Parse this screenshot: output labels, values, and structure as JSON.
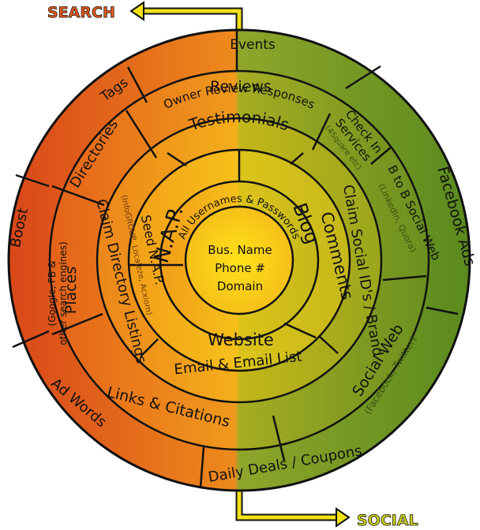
{
  "titles": {
    "search": "SEARCH",
    "social": "SOCIAL"
  },
  "center": {
    "line1": "Bus. Name",
    "line2": "Phone #",
    "line3": "Domain"
  },
  "ring_core": {
    "top": "All Usernames & Passwords"
  },
  "ring2": {
    "nap": "N.A.P.",
    "blog": "Blog",
    "website": "Website"
  },
  "ring3": {
    "testimonials": "Testimonials",
    "comments": "Comments",
    "email": "Email & Email List",
    "seed": "Seed N.A.P.",
    "seed_sub": "(InfoGROUP, Localeze, Acxiom)"
  },
  "ring4": {
    "owner": "Owner Review Responses",
    "claim_dir": "Claim Directory Listings",
    "claim_social": "Claim Social ID's / Brand",
    "links": "Links & Citations",
    "social_web": "Social Web",
    "social_web_sub": "(Facebook, Twitter)",
    "check_in": [
      "Check In",
      "Services"
    ],
    "check_in_sub": "(4Square etc)",
    "b2b": "B to B Social Web",
    "b2b_sub": "(LinkedIn, Quora)",
    "reviews": "Reviews",
    "directories": "Directories",
    "places": "Places",
    "places_sub": [
      "(Google, FB &",
      "other search engines)"
    ]
  },
  "outer": {
    "events": "Events",
    "tags": "Tags",
    "boost": "Boost",
    "ad_words": "Ad Words",
    "daily_deals": "Daily Deals / Coupons",
    "facebook_ads": "Facebook Ads"
  },
  "colors": {
    "orange_outer": "#e0541a",
    "orange_mid": "#ea7a1a",
    "orange_inner": "#f1a418",
    "yellow_core": "#f7c21a",
    "green_outer": "#5f8a1e",
    "green_mid": "#8aa21c",
    "green_inner": "#b4b21a",
    "olive_inner": "#d6b818",
    "arrow_yellow": "#f2e21a"
  }
}
